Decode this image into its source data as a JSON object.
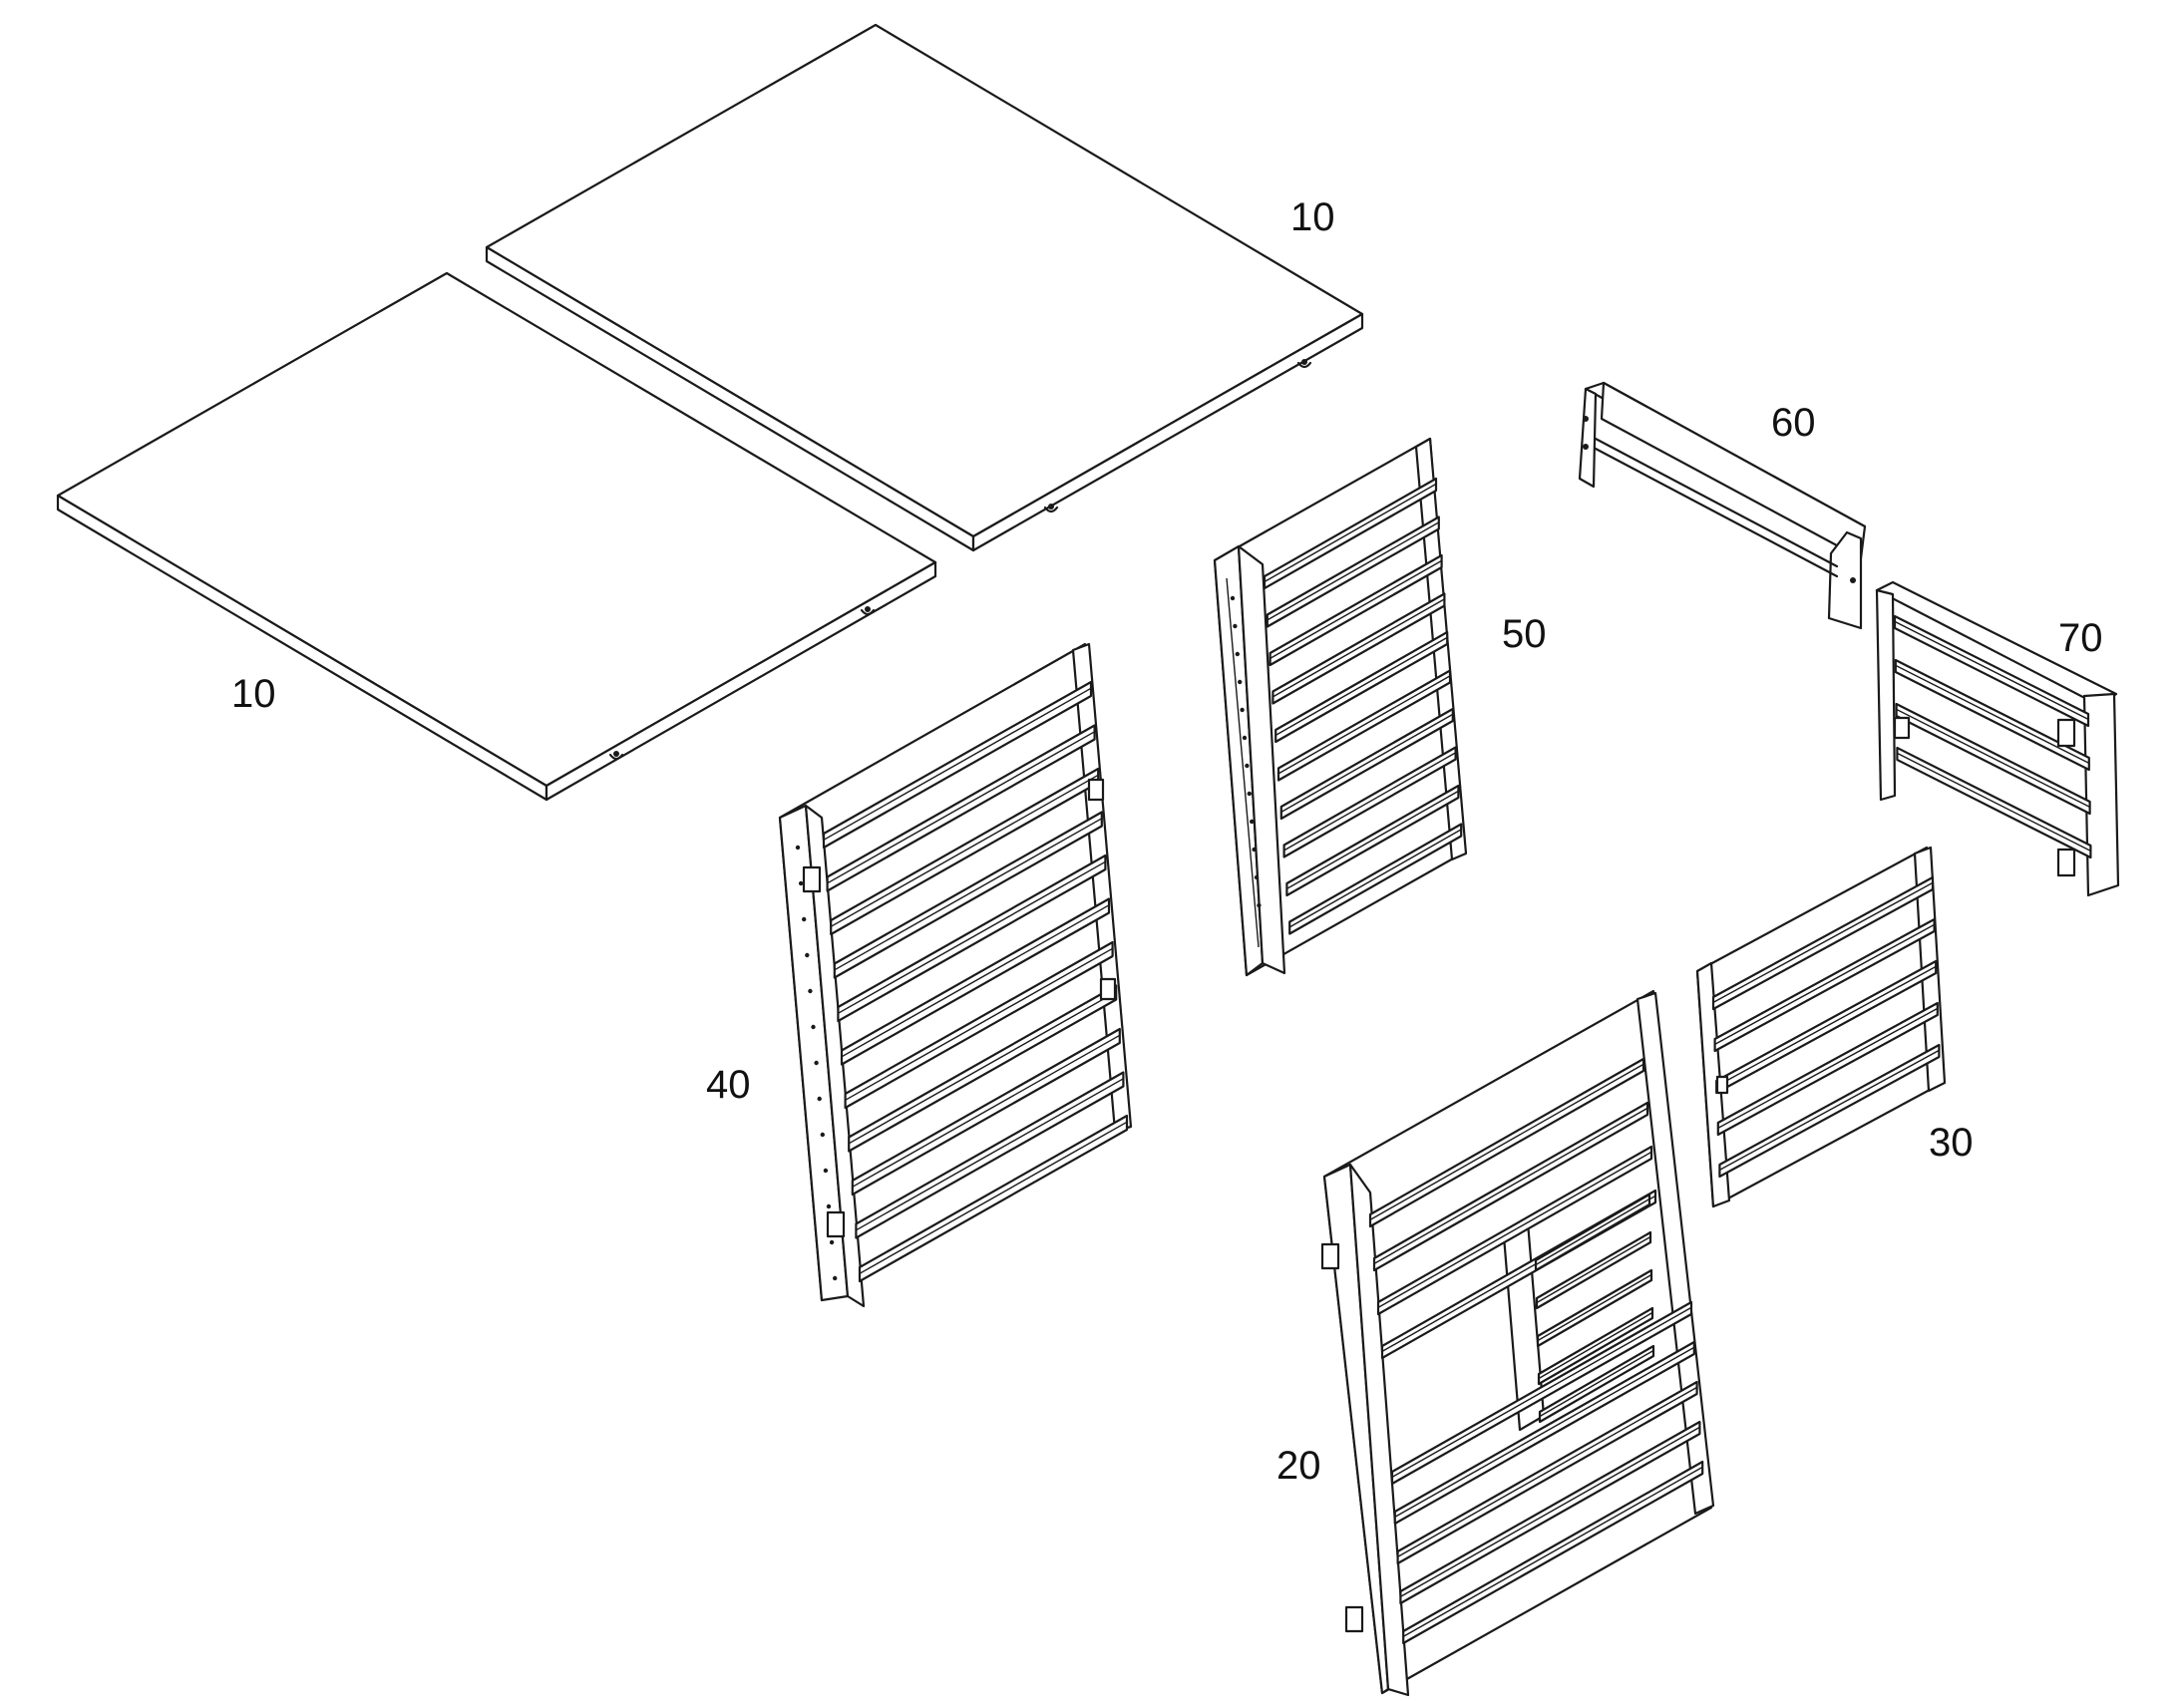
{
  "parts": [
    {
      "id": "panel-top-right",
      "label": "10"
    },
    {
      "id": "panel-top-left",
      "label": "10"
    },
    {
      "id": "wall-center",
      "label": "50"
    },
    {
      "id": "brace-bar",
      "label": "60"
    },
    {
      "id": "side-small",
      "label": "70"
    },
    {
      "id": "wall-left",
      "label": "40"
    },
    {
      "id": "louver-small",
      "label": "30"
    },
    {
      "id": "front-frame",
      "label": "20"
    }
  ]
}
